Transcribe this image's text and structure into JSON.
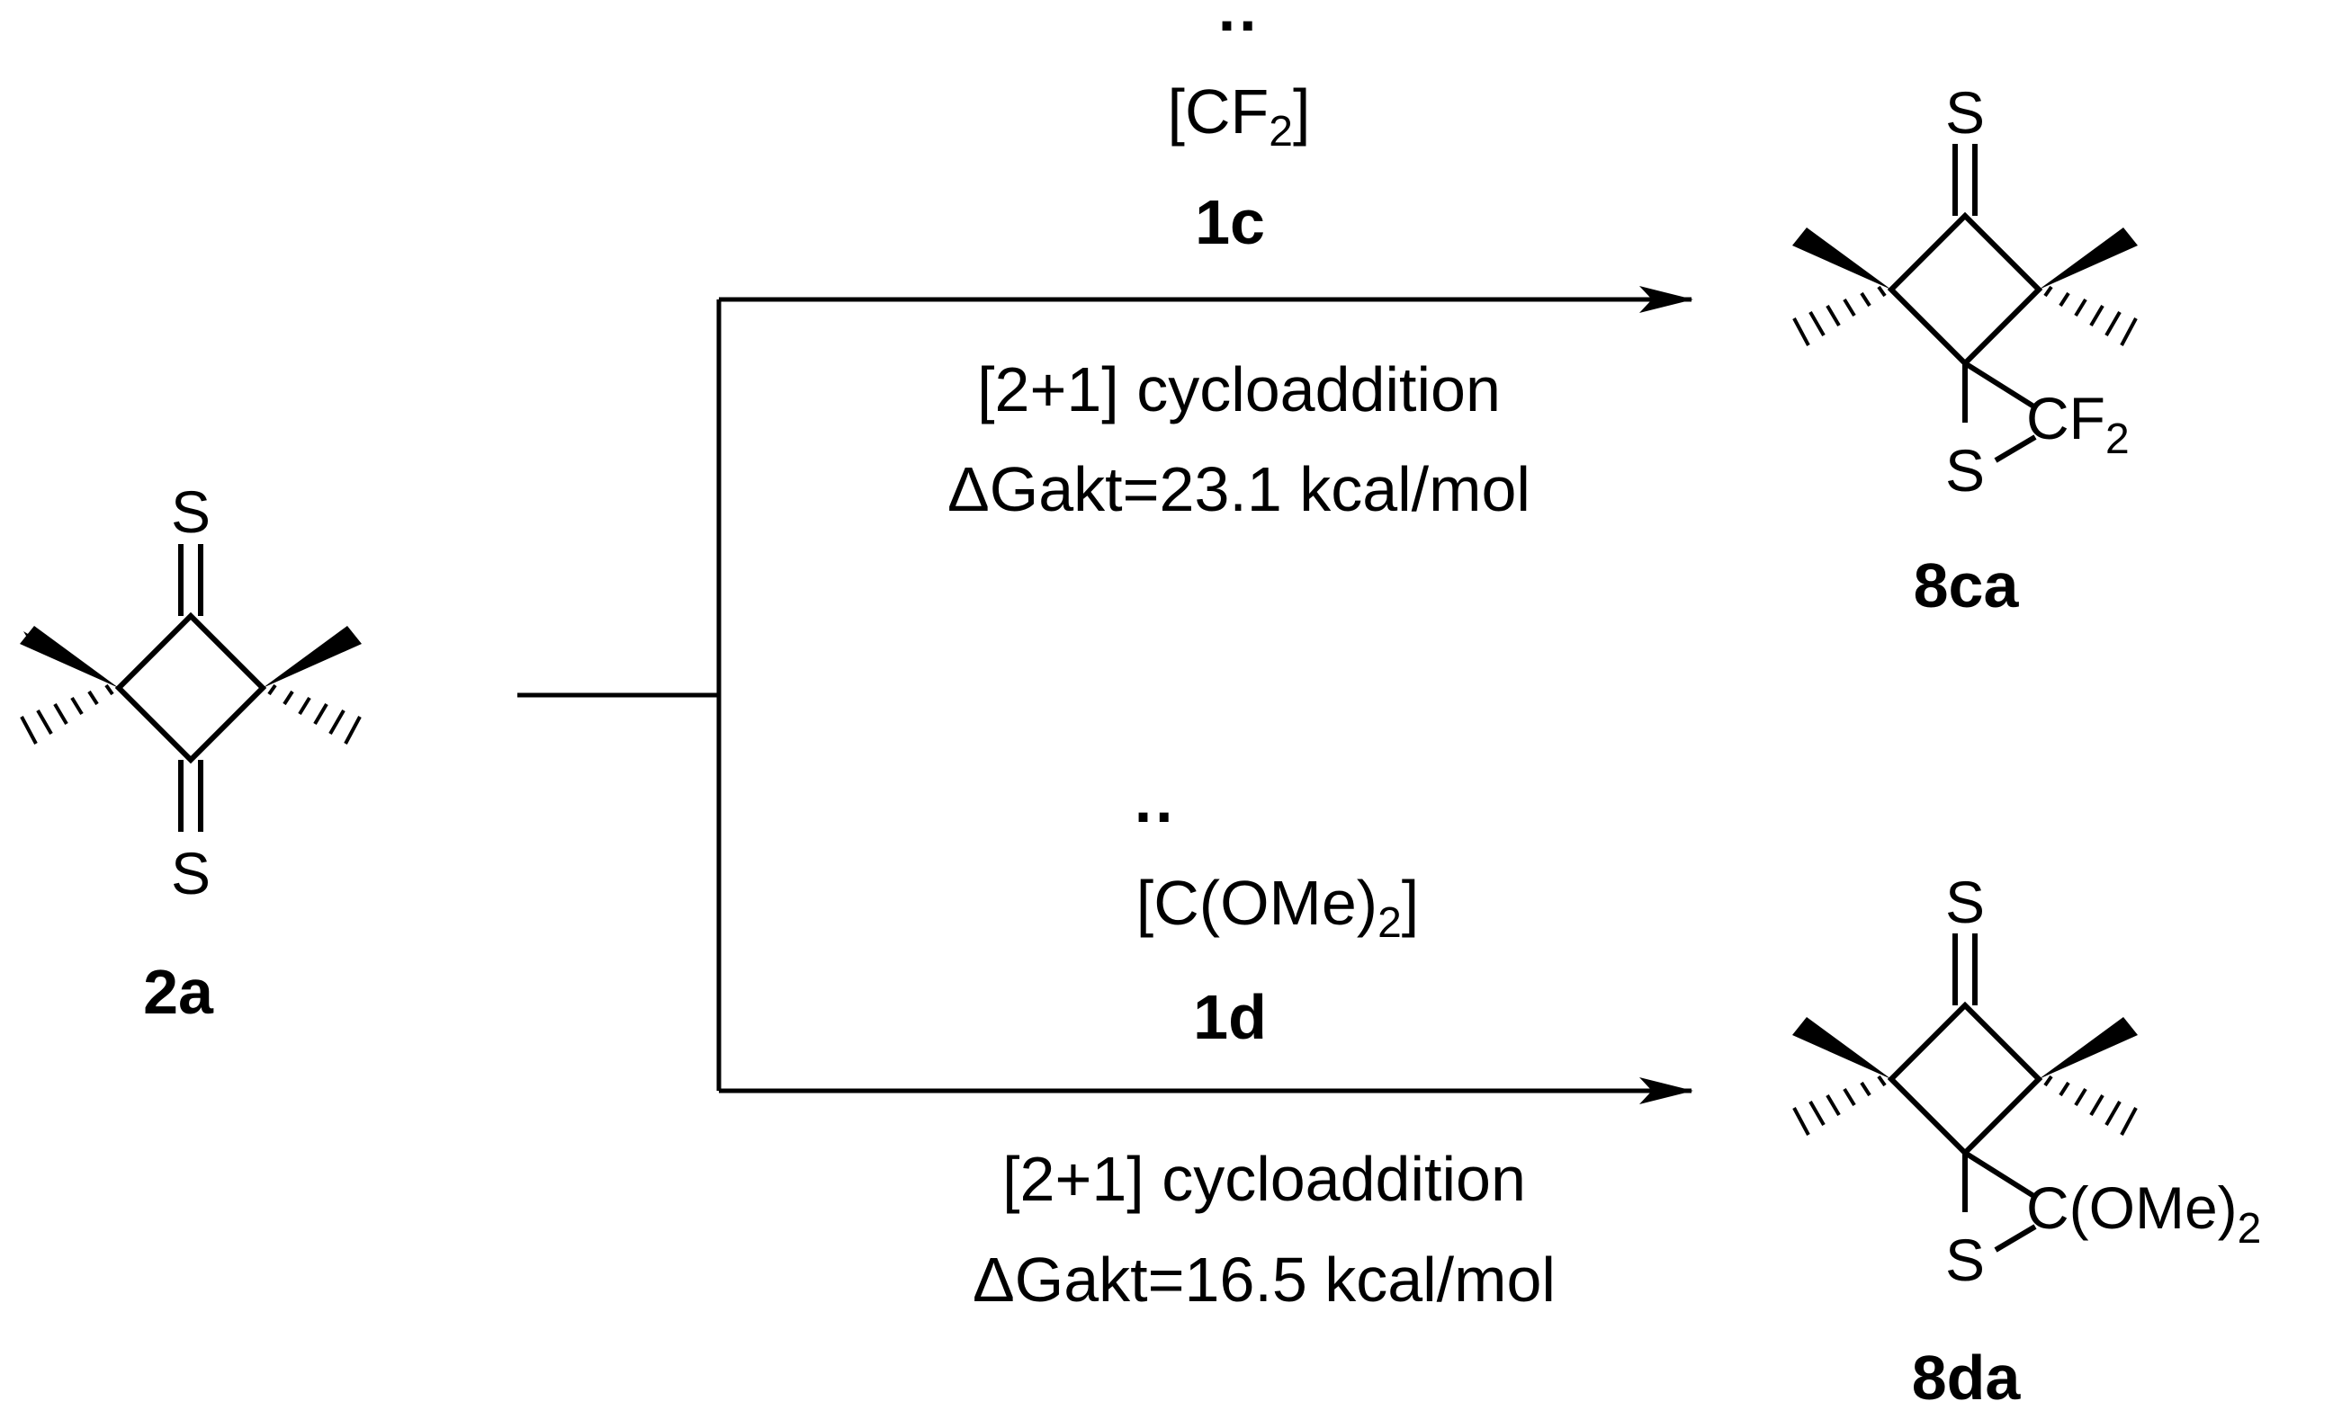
{
  "scheme": {
    "reactant": {
      "label": "2a",
      "atom_top": "S",
      "atom_bottom": "S"
    },
    "upper": {
      "reagent_dots": "··",
      "reagent_open": "[CF",
      "reagent_sub": "2",
      "reagent_close": "]",
      "reagent_label": "1c",
      "condition_line1": "[2+1] cycloaddition",
      "condition_line2": "ΔGakt=23.1 kcal/mol",
      "product": {
        "label": "8ca",
        "atom_thione": "S",
        "atom_ring_s": "S",
        "substituent_main": "CF",
        "substituent_sub": "2"
      }
    },
    "lower": {
      "reagent_dots": "··",
      "reagent_open": "[C(OMe)",
      "reagent_sub": "2",
      "reagent_close": "]",
      "reagent_label": "1d",
      "condition_line1": "[2+1] cycloaddition",
      "condition_line2": "ΔGakt=16.5 kcal/mol",
      "product": {
        "label": "8da",
        "atom_thione": "S",
        "atom_ring_s": "S",
        "substituent_main": "C(OMe)",
        "substituent_sub": "2"
      }
    }
  }
}
